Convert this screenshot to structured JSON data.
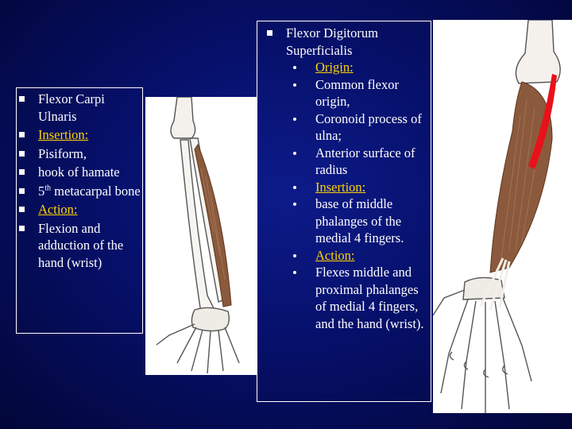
{
  "left": {
    "items": [
      {
        "text": "Flexor Carpi Ulnaris"
      },
      {
        "text": "Insertion:",
        "highlight": true
      },
      {
        "text": "Pisiform,"
      },
      {
        "text": "hook of hamate"
      },
      {
        "text_pre": " 5",
        "sup": "th",
        "text_post": " metacarpal bone"
      },
      {
        "text": "Action:",
        "highlight": true
      },
      {
        "text": "Flexion and adduction of the hand (wrist)"
      }
    ]
  },
  "right": {
    "title": "Flexor Digitorum Superficialis",
    "items": [
      {
        "text": "Origin:",
        "highlight": true
      },
      {
        "text": "Common flexor origin,"
      },
      {
        "text": "Coronoid process of ulna;"
      },
      {
        "text": "Anterior surface of radius"
      },
      {
        "text": "Insertion:",
        "highlight": true
      },
      {
        "text": " base of middle phalanges of the medial 4 fingers."
      },
      {
        "text": "Action:",
        "highlight": true
      },
      {
        "text": "Flexes middle and proximal phalanges of medial 4 fingers, and the hand (wrist)."
      }
    ]
  },
  "colors": {
    "highlight": "#ffd400",
    "muscle": "#8b5a3c",
    "muscle_highlight": "#e8111a"
  },
  "images": {
    "left": "forearm-fcu-illustration",
    "right": "forearm-fds-illustration"
  }
}
